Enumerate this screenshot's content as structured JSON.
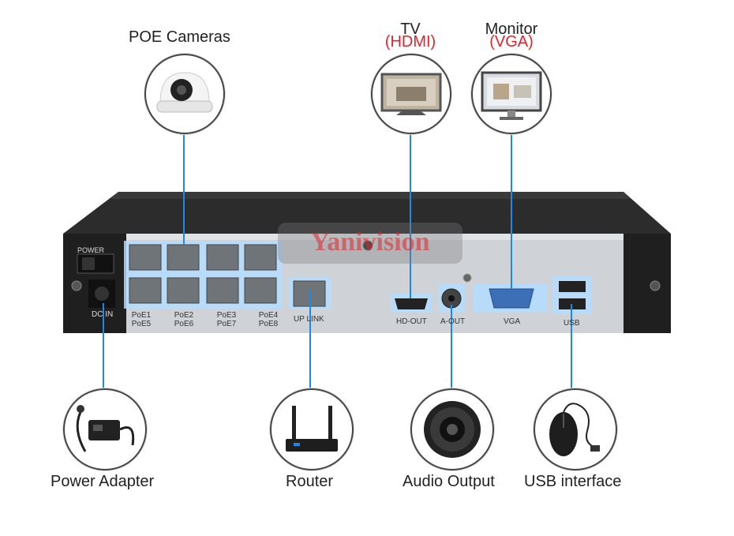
{
  "labels": {
    "poe_cameras": "POE Cameras",
    "tv": "TV",
    "tv_sub_open": "(",
    "tv_sub": "HDMI",
    "tv_sub_close": ")",
    "monitor": "Monitor",
    "monitor_sub_open": "(",
    "monitor_sub": "VGA",
    "monitor_sub_close": ")",
    "power_adapter": "Power Adapter",
    "router": "Router",
    "audio_output": "Audio Output",
    "usb_interface": "USB interface"
  },
  "device": {
    "brand_watermark": "Yanivision",
    "power_label": "POWER",
    "dc_in": "DC IN",
    "poe_ports": [
      {
        "top": "PoE1",
        "bottom": "PoE5"
      },
      {
        "top": "PoE2",
        "bottom": "PoE6"
      },
      {
        "top": "PoE3",
        "bottom": "PoE7"
      },
      {
        "top": "PoE4",
        "bottom": "PoE8"
      }
    ],
    "uplink": "UP LINK",
    "hd_out": "HD-OUT",
    "a_out": "A-OUT",
    "vga": "VGA",
    "usb": "USB"
  },
  "colors": {
    "connector_line": "#1e88e5",
    "highlight": "#b3dcff",
    "accent_red": "#e0242b"
  }
}
